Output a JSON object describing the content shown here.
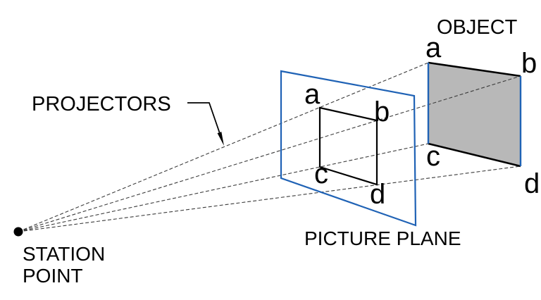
{
  "diagram": {
    "labels": {
      "projectors": "PROJECTORS",
      "object": "OBJECT",
      "picture_plane": "PICTURE PLANE",
      "station_line1": "STATION",
      "station_line2": "POINT"
    },
    "object_corner_labels": {
      "a": "a",
      "b": "b",
      "c": "c",
      "d": "d"
    },
    "image_corner_labels": {
      "a": "a",
      "b": "b",
      "c": "c",
      "d": "d"
    },
    "colors": {
      "plane_blue": "#1f62b5",
      "object_fill_gray": "#b8b8b8",
      "edge_black": "#000000",
      "projector_gray": "#3c3c3c",
      "text_black": "#000000",
      "background": "#ffffff"
    }
  }
}
